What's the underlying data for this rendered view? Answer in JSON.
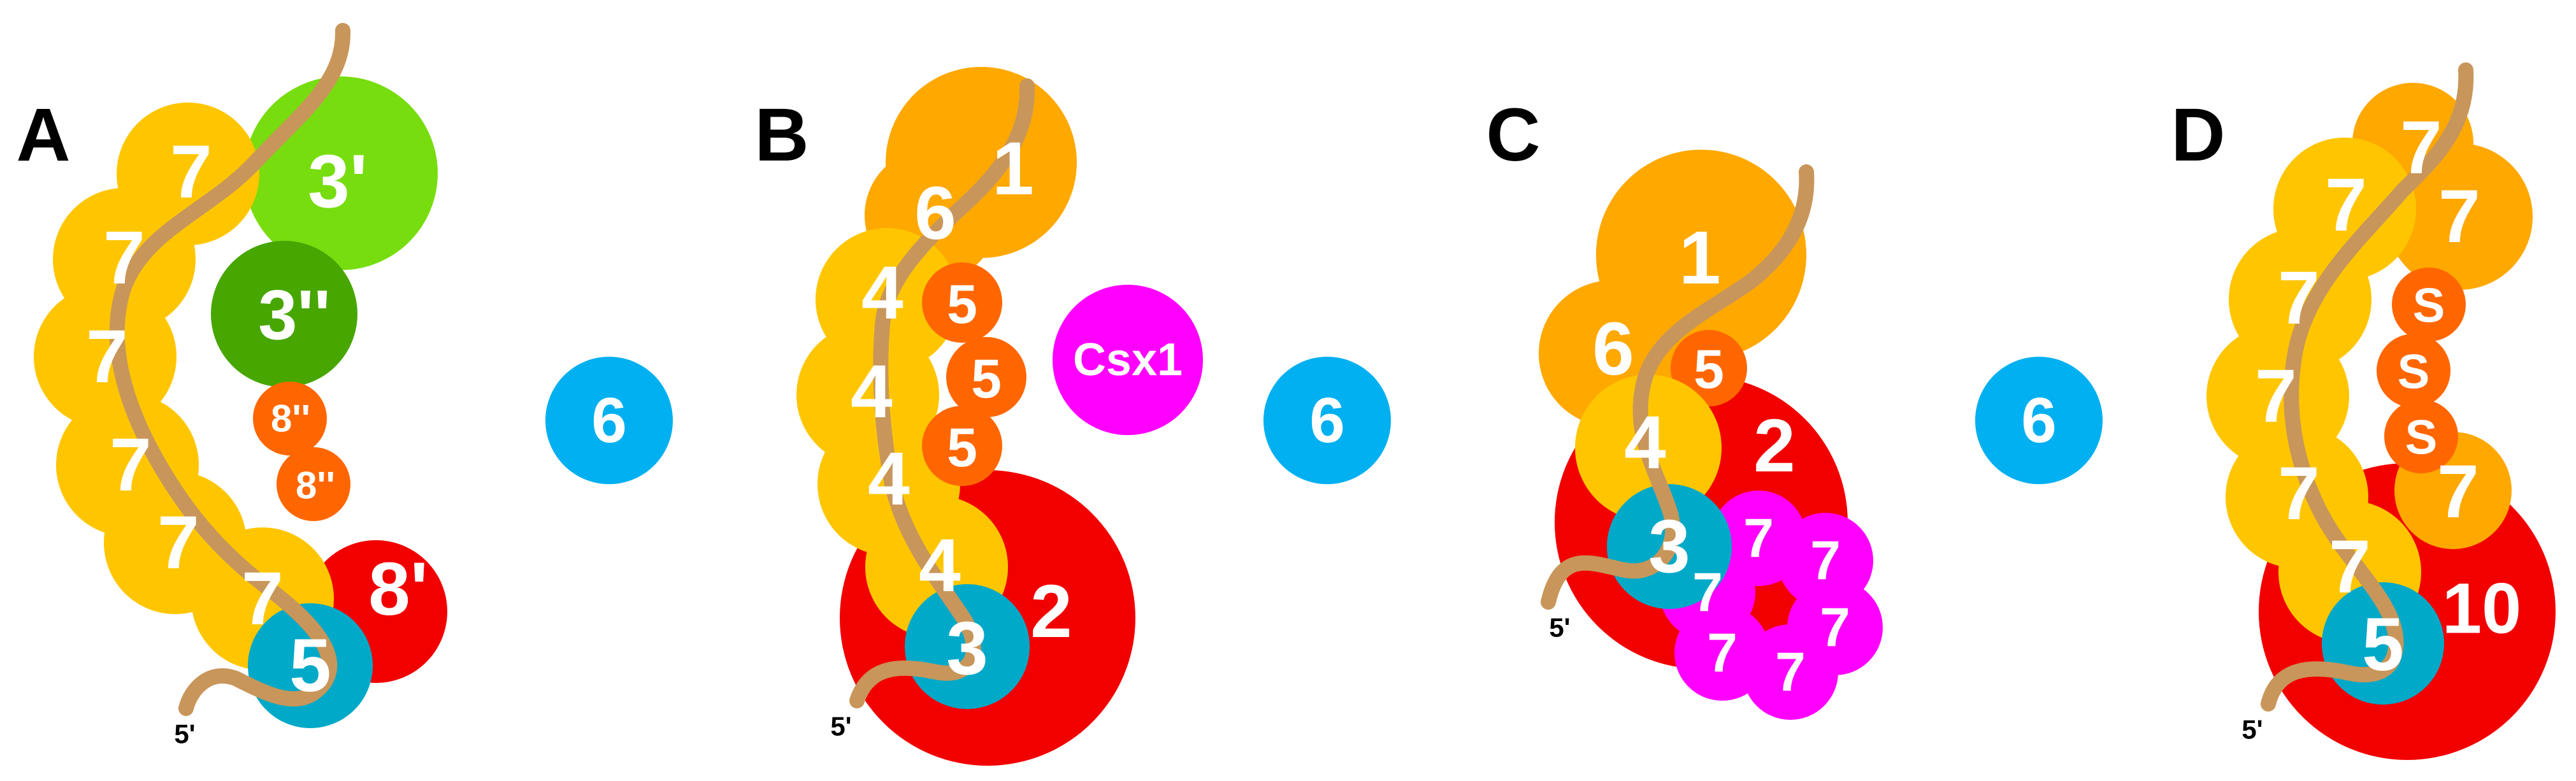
{
  "colors": {
    "cas7_yellow": "#FFC600",
    "cas1_orange": "#FFA800",
    "small_orange": "#FF6600",
    "large_red": "#F20000",
    "cyan": "#00B0F0",
    "teal": "#00A9C8",
    "lime_green": "#77DD0E",
    "dark_green": "#47A600",
    "magenta": "#FF00FF",
    "rna_strand": "#C8965A",
    "label_text": "#FFFFFF"
  },
  "panels": {
    "A": {
      "label": "A",
      "subunits": {
        "s7a": "7",
        "s7b": "7",
        "s7c": "7",
        "s7d": "7",
        "s7e": "7",
        "s7f": "7",
        "s3p": "3'",
        "s3pp": "3''",
        "s8pp_a": "8''",
        "s8pp_b": "8''",
        "s8p": "8'",
        "s5": "5"
      },
      "free_subunit": "6",
      "five_prime": "5'"
    },
    "B": {
      "label": "B",
      "subunits": {
        "s1": "1",
        "s6": "6",
        "s4a": "4",
        "s4b": "4",
        "s4c": "4",
        "s4d": "4",
        "s5a": "5",
        "s5b": "5",
        "s5c": "5",
        "s2": "2",
        "s3": "3",
        "csx1": "Csx1"
      },
      "free_subunit": "6",
      "five_prime": "5'"
    },
    "C": {
      "label": "C",
      "subunits": {
        "s1": "1",
        "s6": "6",
        "s5": "5",
        "s4": "4",
        "s2": "2",
        "s3": "3",
        "m7a": "7",
        "m7b": "7",
        "m7c": "7",
        "m7d": "7",
        "m7e": "7",
        "m7f": "7"
      },
      "free_subunit": "6",
      "five_prime": "5'"
    },
    "D": {
      "label": "D",
      "subunits": {
        "o7a": "7",
        "o7b": "7",
        "o7c": "7",
        "y7a": "7",
        "y7b": "7",
        "y7c": "7",
        "y7d": "7",
        "y7e": "7",
        "sa": "S",
        "sb": "S",
        "sc": "S",
        "s10": "10",
        "s5": "5"
      },
      "five_prime": "5'"
    }
  }
}
